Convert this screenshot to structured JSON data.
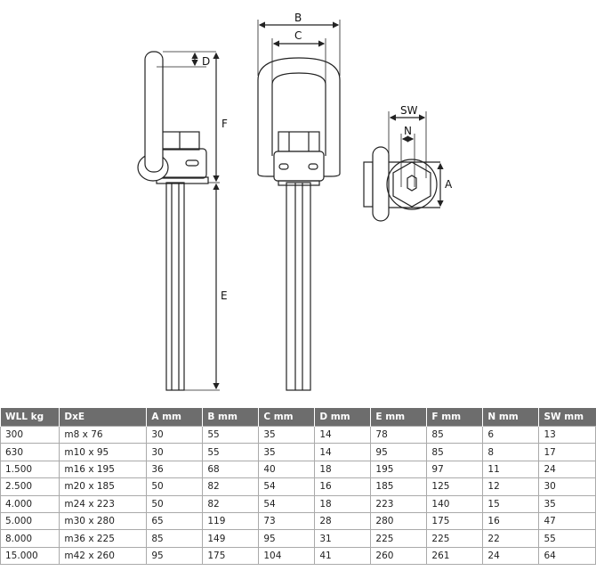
{
  "labels": {
    "B": "B",
    "C": "C",
    "D": "D",
    "E": "E",
    "F": "F",
    "SW": "SW",
    "N": "N",
    "A": "A"
  },
  "table": {
    "headers": [
      "WLL kg",
      "DxE",
      "A mm",
      "B mm",
      "C mm",
      "D mm",
      "E mm",
      "F mm",
      "N mm",
      "SW mm"
    ],
    "rows": [
      [
        "300",
        "m8 x 76",
        "30",
        "55",
        "35",
        "14",
        "78",
        "85",
        "6",
        "13"
      ],
      [
        "630",
        "m10 x 95",
        "30",
        "55",
        "35",
        "14",
        "95",
        "85",
        "8",
        "17"
      ],
      [
        "1.500",
        "m16 x 195",
        "36",
        "68",
        "40",
        "18",
        "195",
        "97",
        "11",
        "24"
      ],
      [
        "2.500",
        "m20 x 185",
        "50",
        "82",
        "54",
        "16",
        "185",
        "125",
        "12",
        "30"
      ],
      [
        "4.000",
        "m24 x 223",
        "50",
        "82",
        "54",
        "18",
        "223",
        "140",
        "15",
        "35"
      ],
      [
        "5.000",
        "m30 x 280",
        "65",
        "119",
        "73",
        "28",
        "280",
        "175",
        "16",
        "47"
      ],
      [
        "8.000",
        "m36 x 225",
        "85",
        "149",
        "95",
        "31",
        "225",
        "225",
        "22",
        "55"
      ],
      [
        "15.000",
        "m42 x 260",
        "95",
        "175",
        "104",
        "41",
        "260",
        "261",
        "24",
        "64"
      ]
    ]
  }
}
